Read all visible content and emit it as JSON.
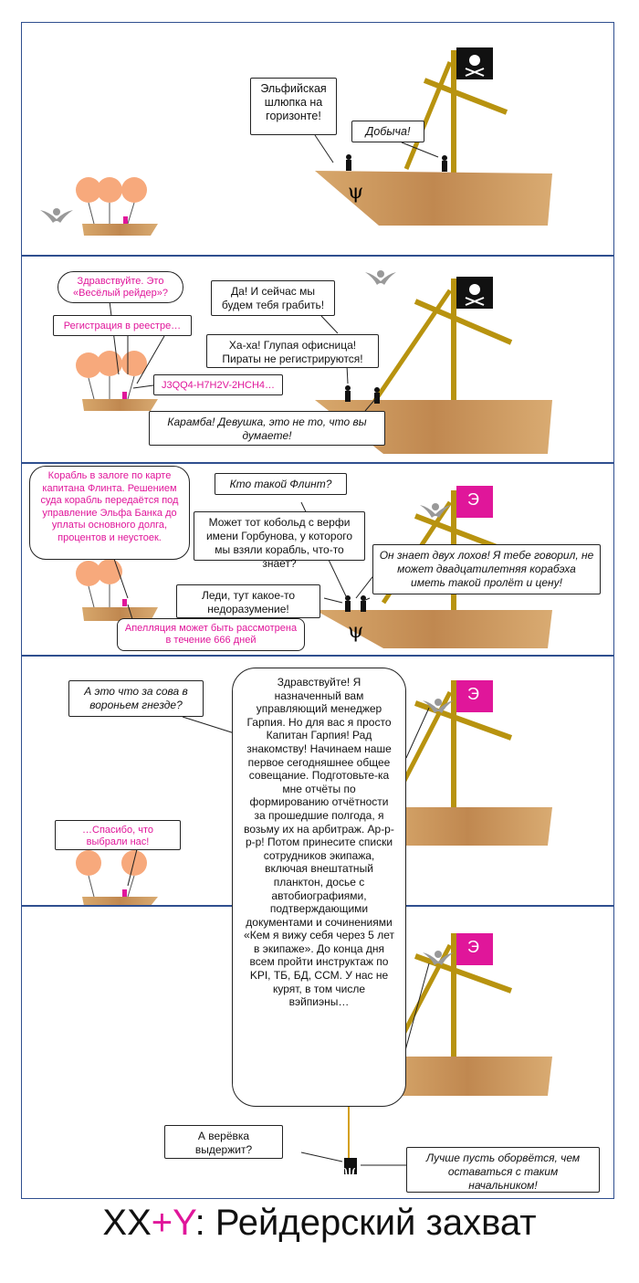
{
  "title": {
    "prefix": "XX",
    "plus": "+Y",
    "suffix": ": Рейдерский захват"
  },
  "colors": {
    "panel_border": "#2f4f8f",
    "pink": "#e0169a",
    "wood": "#c8955a",
    "mast": "#b8930f",
    "balloon": "#f7a97c"
  },
  "panel1": {
    "b1": "Эльфийская шлюпка на горизонте!",
    "b2": "Добыча!"
  },
  "panel2": {
    "b1": "Здравствуйте. Это «Весёлый рейдер»?",
    "b2": "Регистрация в реестре…",
    "b3": "J3QQ4-H7H2V-2HCH4…",
    "b4": "Да! И сейчас мы будем тебя грабить!",
    "b5": "Ха-ха! Глупая офисница! Пираты не регистрируются!",
    "b6": "Карамба! Девушка, это не то, что вы думаете!"
  },
  "panel3": {
    "b1": "Корабль в залоге по карте капитана Флинта. Решением суда корабль передаётся под управление Эльфа Банка до уплаты основного долга, процентов и неустоек.",
    "b2": "Кто такой Флинт?",
    "b3": "Может тот кобольд с верфи имени Горбунова, у которого мы взяли корабль, что-то знает?",
    "b4": "Он знает двух лохов! Я тебе говорил, не может двадцатилетняя корабэха иметь такой пролёт и цену!",
    "b5": "Леди, тут какое-то недоразумение!",
    "b6": "Апелляция может быть рассмотрена в течение 666 дней",
    "flag_letter": "Э"
  },
  "panel4": {
    "b1": "А это что за сова в вороньем гнезде?",
    "b2": "…Спасибо, что выбрали нас!",
    "big": "Здравствуйте! Я назначенный вам управляющий менеджер Гарпия. Но для вас я просто Капитан Гарпия! Рад знакомству! Начинаем наше первое сегодняшнее общее совещание. Подготовьте-ка мне отчёты по формированию отчётности за прошедшие полгода, я возьму их на арбитраж. Ар-р-р-р! Потом принесите списки сотрудников экипажа, включая внештатный планктон, досье с автобиографиями, подтверждающими документами и сочинениями «Кем я вижу себя через 5 лет в экипаже». До конца дня всем пройти инструктаж по KPI, ТБ, БД, ССМ. У нас не курят, в том числе вэйпиэны…",
    "flag_letter": "Э"
  },
  "panel5": {
    "b1": "А верёвка выдержит?",
    "b2": "Лучше пусть оборвётся, чем оставаться с таким начальником!",
    "flag_letter": "Э"
  }
}
